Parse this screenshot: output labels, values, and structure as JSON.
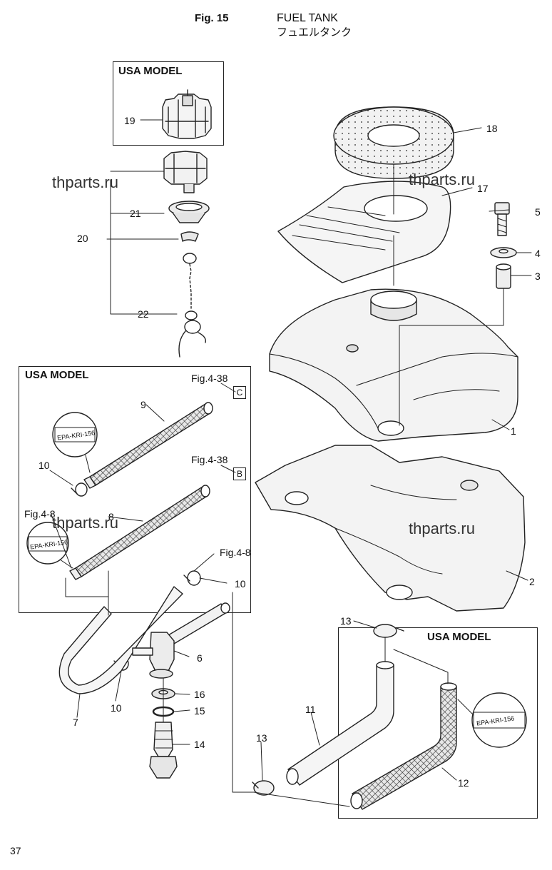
{
  "header": {
    "fig_label": "Fig. 15",
    "title": "FUEL TANK",
    "title_jp": "フュエルタンク"
  },
  "boxes": {
    "usa_model_cap": "USA MODEL",
    "usa_model_hoses": "USA MODEL",
    "usa_model_hose12": "USA MODEL"
  },
  "refs": {
    "fig_4_38_c": "Fig.4-38",
    "ref_c": "C",
    "fig_4_38_b": "Fig.4-38",
    "ref_b": "B",
    "fig_4_8_left": "Fig.4-8",
    "fig_4_8_right": "Fig.4-8"
  },
  "tags": {
    "epa_1": "EPA-KRI-156",
    "epa_2": "EPA-KRI-156",
    "epa_3": "EPA-KRI-156"
  },
  "watermarks": {
    "wm1": "thparts.ru",
    "wm2": "thparts.ru",
    "wm3": "thparts.ru",
    "wm4": "thparts.ru"
  },
  "parts": {
    "p1": "1",
    "p2": "2",
    "p3": "3",
    "p4": "4",
    "p5": "5",
    "p6": "6",
    "p7": "7",
    "p8": "8",
    "p9": "9",
    "p10a": "10",
    "p10b": "10",
    "p10c": "10",
    "p11": "11",
    "p12": "12",
    "p13a": "13",
    "p13b": "13",
    "p14": "14",
    "p15": "15",
    "p16": "16",
    "p17": "17",
    "p18": "18",
    "p19": "19",
    "p20": "20",
    "p21": "21",
    "p22": "22"
  },
  "footer": {
    "page_number": "37"
  }
}
